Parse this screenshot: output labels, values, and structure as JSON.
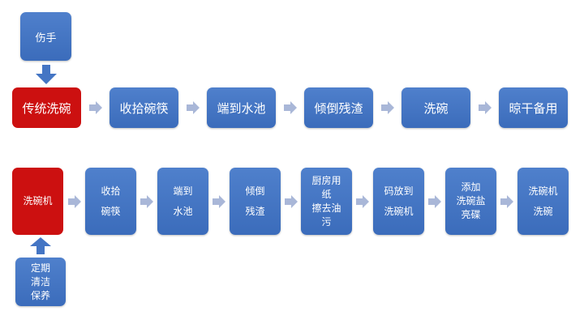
{
  "top_flow": {
    "input": "伤手",
    "steps": [
      "传统洗碗",
      "收拾碗筷",
      "端到水池",
      "倾倒残渣",
      "洗碗",
      "晾干备用"
    ]
  },
  "bottom_flow": {
    "input": [
      "定期",
      "清洁",
      "保养"
    ],
    "steps": [
      [
        "洗碗机"
      ],
      [
        "收拾",
        "碗筷"
      ],
      [
        "端到",
        "水池"
      ],
      [
        "倾倒",
        "残渣"
      ],
      [
        "厨房用",
        "纸",
        "擦去油",
        "污"
      ],
      [
        "码放到",
        "洗碗机"
      ],
      [
        "添加",
        "洗碗盐",
        "亮碟"
      ],
      [
        "洗碗机",
        "洗碗"
      ]
    ]
  },
  "colors": {
    "blue": "#4475c4",
    "red": "#cc1010",
    "arrow": "#a9b7d8"
  }
}
